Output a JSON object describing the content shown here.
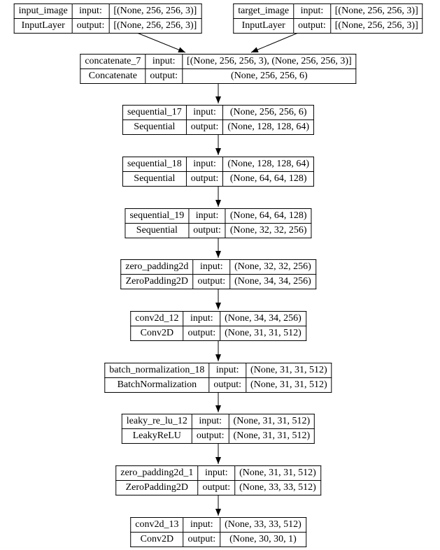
{
  "diagram": {
    "kind": "keras-model-graph",
    "colors": {
      "background": "#ffffff",
      "border": "#000000",
      "text": "#000000",
      "edge": "#000000"
    },
    "labels": {
      "input": "input:",
      "output": "output:"
    },
    "nodes": [
      {
        "name": "input_image",
        "type": "InputLayer",
        "input_shape": "[(None, 256, 256, 3)]",
        "output_shape": "[(None, 256, 256, 3)]"
      },
      {
        "name": "target_image",
        "type": "InputLayer",
        "input_shape": "[(None, 256, 256, 3)]",
        "output_shape": "[(None, 256, 256, 3)]"
      },
      {
        "name": "concatenate_7",
        "type": "Concatenate",
        "input_shape": "[(None, 256, 256, 3), (None, 256, 256, 3)]",
        "output_shape": "(None, 256, 256, 6)"
      },
      {
        "name": "sequential_17",
        "type": "Sequential",
        "input_shape": "(None, 256, 256, 6)",
        "output_shape": "(None, 128, 128, 64)"
      },
      {
        "name": "sequential_18",
        "type": "Sequential",
        "input_shape": "(None, 128, 128, 64)",
        "output_shape": "(None, 64, 64, 128)"
      },
      {
        "name": "sequential_19",
        "type": "Sequential",
        "input_shape": "(None, 64, 64, 128)",
        "output_shape": "(None, 32, 32, 256)"
      },
      {
        "name": "zero_padding2d",
        "type": "ZeroPadding2D",
        "input_shape": "(None, 32, 32, 256)",
        "output_shape": "(None, 34, 34, 256)"
      },
      {
        "name": "conv2d_12",
        "type": "Conv2D",
        "input_shape": "(None, 34, 34, 256)",
        "output_shape": "(None, 31, 31, 512)"
      },
      {
        "name": "batch_normalization_18",
        "type": "BatchNormalization",
        "input_shape": "(None, 31, 31, 512)",
        "output_shape": "(None, 31, 31, 512)"
      },
      {
        "name": "leaky_re_lu_12",
        "type": "LeakyReLU",
        "input_shape": "(None, 31, 31, 512)",
        "output_shape": "(None, 31, 31, 512)"
      },
      {
        "name": "zero_padding2d_1",
        "type": "ZeroPadding2D",
        "input_shape": "(None, 31, 31, 512)",
        "output_shape": "(None, 33, 33, 512)"
      },
      {
        "name": "conv2d_13",
        "type": "Conv2D",
        "input_shape": "(None, 33, 33, 512)",
        "output_shape": "(None, 30, 30, 1)"
      }
    ],
    "edges": [
      {
        "from": "input_image",
        "to": "concatenate_7"
      },
      {
        "from": "target_image",
        "to": "concatenate_7"
      },
      {
        "from": "concatenate_7",
        "to": "sequential_17"
      },
      {
        "from": "sequential_17",
        "to": "sequential_18"
      },
      {
        "from": "sequential_18",
        "to": "sequential_19"
      },
      {
        "from": "sequential_19",
        "to": "zero_padding2d"
      },
      {
        "from": "zero_padding2d",
        "to": "conv2d_12"
      },
      {
        "from": "conv2d_12",
        "to": "batch_normalization_18"
      },
      {
        "from": "batch_normalization_18",
        "to": "leaky_re_lu_12"
      },
      {
        "from": "leaky_re_lu_12",
        "to": "zero_padding2d_1"
      },
      {
        "from": "zero_padding2d_1",
        "to": "conv2d_13"
      }
    ]
  }
}
